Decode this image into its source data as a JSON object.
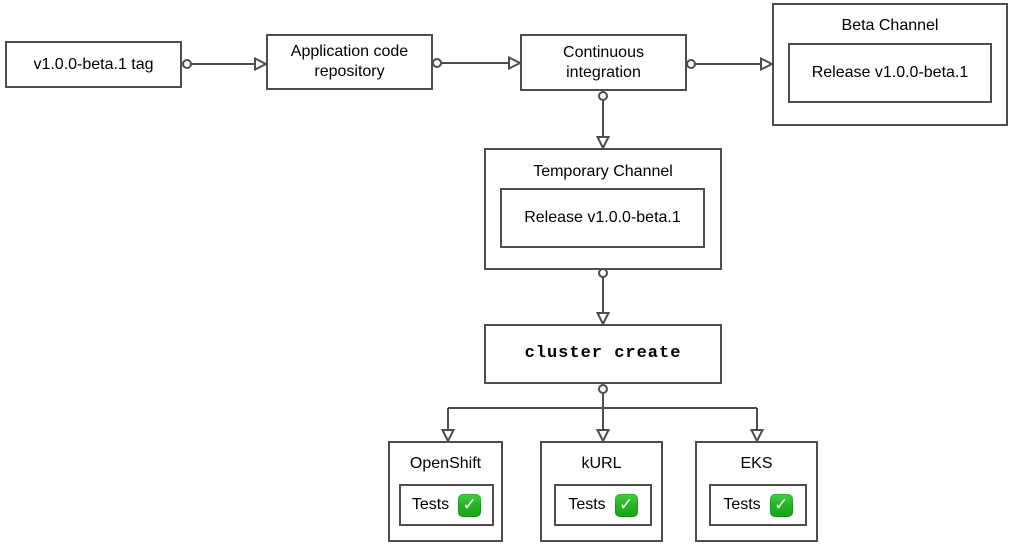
{
  "diagram": {
    "nodes": {
      "tag": {
        "label": "v1.0.0-beta.1 tag"
      },
      "repo": {
        "label": "Application code\nrepository"
      },
      "ci": {
        "label": "Continuous\nintegration"
      },
      "beta_channel": {
        "title": "Beta Channel",
        "release": "Release v1.0.0-beta.1"
      },
      "temp_channel": {
        "title": "Temporary Channel",
        "release": "Release v1.0.0-beta.1"
      },
      "cluster_create": {
        "label": "cluster create"
      },
      "openshift": {
        "title": "OpenShift",
        "tests_label": "Tests",
        "tests_status": "passed"
      },
      "kurl": {
        "title": "kURL",
        "tests_label": "Tests",
        "tests_status": "passed"
      },
      "eks": {
        "title": "EKS",
        "tests_label": "Tests",
        "tests_status": "passed"
      }
    },
    "edges": [
      {
        "from": "tag",
        "to": "repo"
      },
      {
        "from": "repo",
        "to": "ci"
      },
      {
        "from": "ci",
        "to": "beta_channel"
      },
      {
        "from": "ci",
        "to": "temp_channel"
      },
      {
        "from": "temp_channel",
        "to": "cluster_create"
      },
      {
        "from": "cluster_create",
        "to": "openshift"
      },
      {
        "from": "cluster_create",
        "to": "kurl"
      },
      {
        "from": "cluster_create",
        "to": "eks"
      }
    ],
    "icons": {
      "check_glyph": "✓",
      "check_name": "check-passed"
    },
    "colors": {
      "border": "#4d4d4d",
      "line": "#4d4d4d",
      "background": "#ffffff",
      "text": "#000000",
      "check_green": "#22b022",
      "check_mark": "#ffffff"
    }
  }
}
